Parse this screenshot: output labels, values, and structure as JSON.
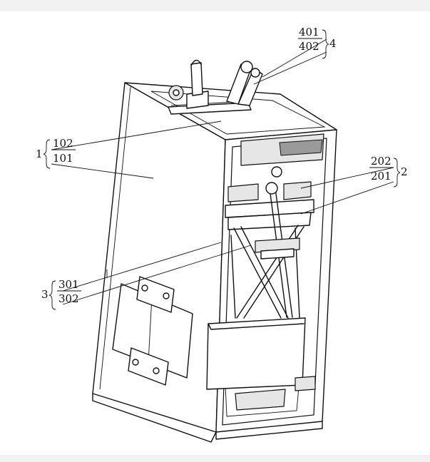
{
  "diagram": {
    "labels": {
      "l401": "401",
      "l402": "402",
      "g4": "4",
      "l102": "102",
      "l101": "101",
      "g1": "1",
      "l202": "202",
      "l201": "201",
      "g2": "2",
      "l301": "301",
      "l302": "302",
      "g3": "3"
    }
  }
}
